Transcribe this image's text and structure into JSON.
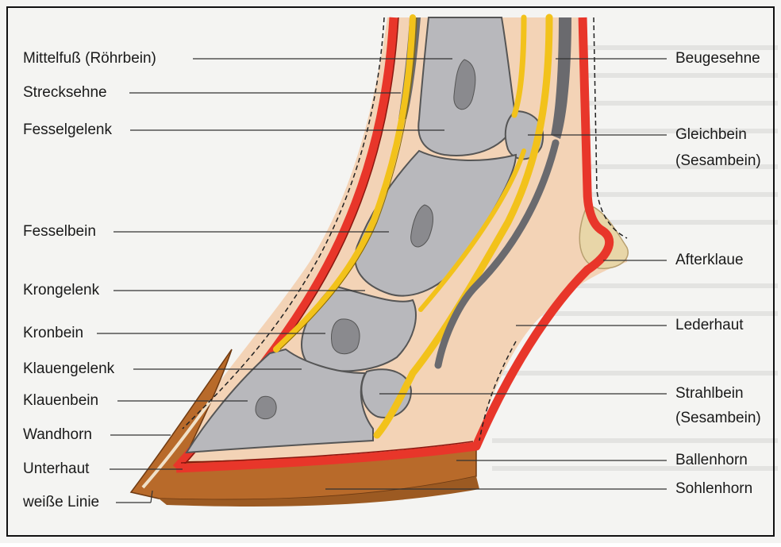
{
  "colors": {
    "page_bg": "#f4f4f2",
    "frame": "#111111",
    "skin": "#f3d3b6",
    "bone": "#b8b8bc",
    "bone_dark": "#8a8a8e",
    "joint_outline": "#5a5a5e",
    "tendon": "#f2c21b",
    "corium": "#e8362a",
    "subcutis_dark": "#c02318",
    "horn": "#b86a2a",
    "horn_dark": "#8c4a1a",
    "white_line": "#f0e0c8",
    "ergot": "#e8d6a8",
    "leader": "#333333"
  },
  "labels_left": [
    {
      "id": "mittelfuss",
      "text": "Mittelfuß (Röhrbein)"
    },
    {
      "id": "strecksehne",
      "text": "Strecksehne"
    },
    {
      "id": "fesselgelenk",
      "text": "Fesselgelenk"
    },
    {
      "id": "fesselbein",
      "text": "Fesselbein"
    },
    {
      "id": "krongelenk",
      "text": "Krongelenk"
    },
    {
      "id": "kronbein",
      "text": "Kronbein"
    },
    {
      "id": "klauengelenk",
      "text": "Klauengelenk"
    },
    {
      "id": "klauenbein",
      "text": "Klauenbein"
    },
    {
      "id": "wandhorn",
      "text": "Wandhorn"
    },
    {
      "id": "unterhaut",
      "text": "Unterhaut"
    },
    {
      "id": "weisse_linie",
      "text": "weiße Linie"
    }
  ],
  "labels_right": [
    {
      "id": "beugesehne",
      "text": "Beugesehne"
    },
    {
      "id": "gleichbein_1",
      "text": "Gleichbein"
    },
    {
      "id": "gleichbein_2",
      "text": "(Sesambein)"
    },
    {
      "id": "afterklaue",
      "text": "Afterklaue"
    },
    {
      "id": "lederhaut",
      "text": "Lederhaut"
    },
    {
      "id": "strahlbein_1",
      "text": "Strahlbein"
    },
    {
      "id": "strahlbein_2",
      "text": "(Sesambein)"
    },
    {
      "id": "ballenhorn",
      "text": "Ballenhorn"
    },
    {
      "id": "sohlenhorn",
      "text": "Sohlenhorn"
    }
  ]
}
